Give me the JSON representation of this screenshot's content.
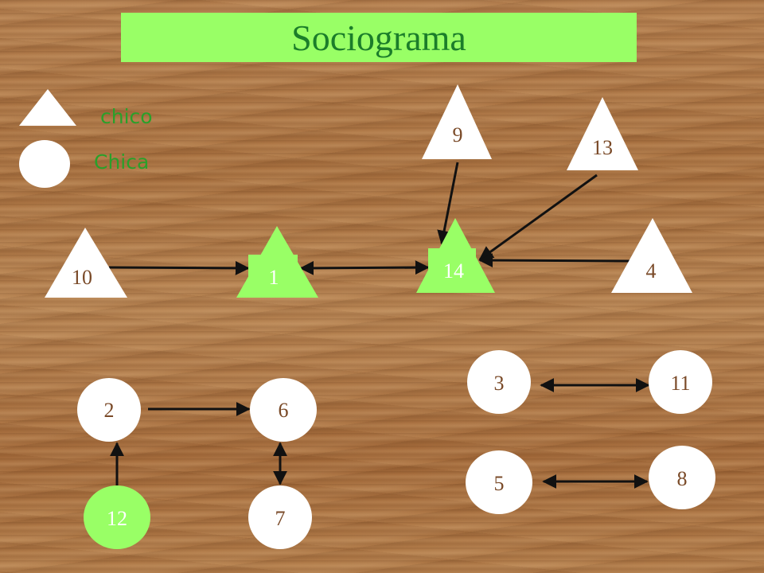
{
  "title": "Sociograma",
  "legend": [
    {
      "shape": "triangle",
      "label": "chico"
    },
    {
      "shape": "circle",
      "label": "Chica"
    }
  ],
  "colors": {
    "title_bg": "#99ff66",
    "title_text": "#1b7d2a",
    "node_default": "#ffffff",
    "node_highlight": "#99ff66",
    "label_default": "#7a4a28",
    "label_highlight": "#ffffff",
    "legend_text": "#2aa02a",
    "arrow": "#111111"
  },
  "nodes": [
    {
      "id": "9",
      "shape": "triangle",
      "highlight": false
    },
    {
      "id": "13",
      "shape": "triangle",
      "highlight": false
    },
    {
      "id": "10",
      "shape": "triangle",
      "highlight": false
    },
    {
      "id": "1",
      "shape": "triangle",
      "highlight": true
    },
    {
      "id": "14",
      "shape": "triangle",
      "highlight": true
    },
    {
      "id": "4",
      "shape": "triangle",
      "highlight": false
    },
    {
      "id": "2",
      "shape": "circle",
      "highlight": false
    },
    {
      "id": "6",
      "shape": "circle",
      "highlight": false
    },
    {
      "id": "12",
      "shape": "circle",
      "highlight": true
    },
    {
      "id": "7",
      "shape": "circle",
      "highlight": false
    },
    {
      "id": "3",
      "shape": "circle",
      "highlight": false
    },
    {
      "id": "11",
      "shape": "circle",
      "highlight": false
    },
    {
      "id": "5",
      "shape": "circle",
      "highlight": false
    },
    {
      "id": "8",
      "shape": "circle",
      "highlight": false
    }
  ],
  "edges": [
    {
      "from": "10",
      "to": "1",
      "bidirectional": false
    },
    {
      "from": "1",
      "to": "14",
      "bidirectional": true
    },
    {
      "from": "9",
      "to": "14",
      "bidirectional": false
    },
    {
      "from": "13",
      "to": "14",
      "bidirectional": false
    },
    {
      "from": "4",
      "to": "14",
      "bidirectional": false
    },
    {
      "from": "2",
      "to": "6",
      "bidirectional": false
    },
    {
      "from": "12",
      "to": "2",
      "bidirectional": false
    },
    {
      "from": "6",
      "to": "7",
      "bidirectional": true
    },
    {
      "from": "3",
      "to": "11",
      "bidirectional": true
    },
    {
      "from": "5",
      "to": "8",
      "bidirectional": true
    }
  ]
}
